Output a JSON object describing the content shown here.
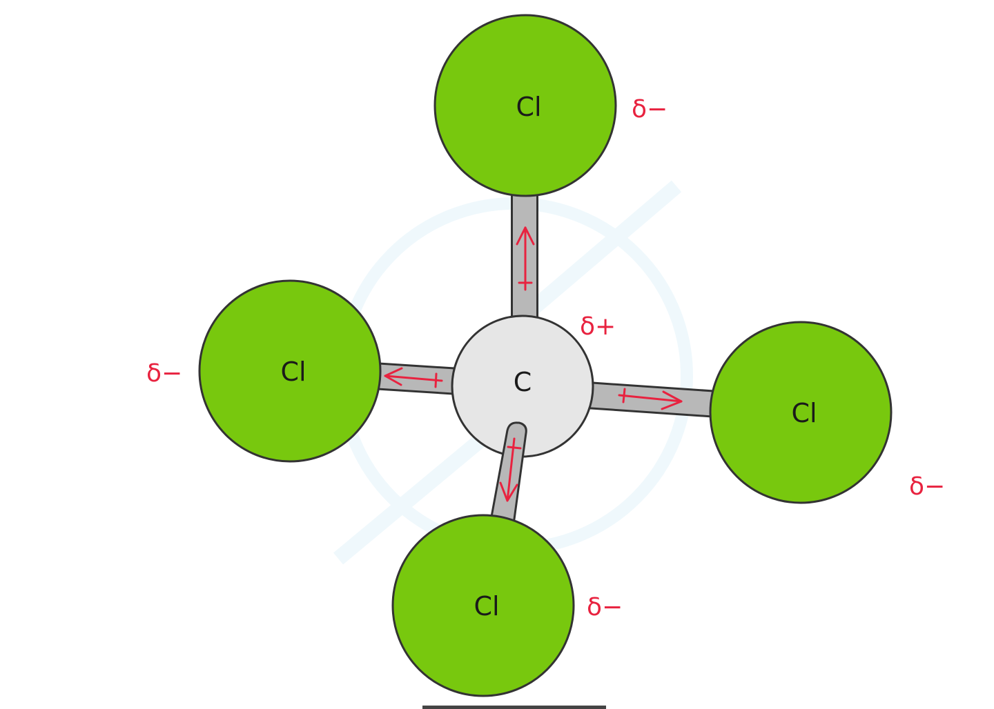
{
  "molecule": {
    "central_atom": {
      "symbol": "C",
      "charge": "δ+"
    },
    "outer_atoms": [
      {
        "id": "top",
        "symbol": "Cl",
        "charge": "δ−"
      },
      {
        "id": "left",
        "symbol": "Cl",
        "charge": "δ−"
      },
      {
        "id": "right",
        "symbol": "Cl",
        "charge": "δ−"
      },
      {
        "id": "bottom",
        "symbol": "Cl",
        "charge": "δ−"
      }
    ]
  },
  "colors": {
    "chlorine_fill": "#78c80e",
    "carbon_fill": "#e6e6e6",
    "bond_fill": "#b8b8b8",
    "outline": "#333333",
    "dipole": "#e8223f",
    "watermark": "#eaf6fb"
  }
}
